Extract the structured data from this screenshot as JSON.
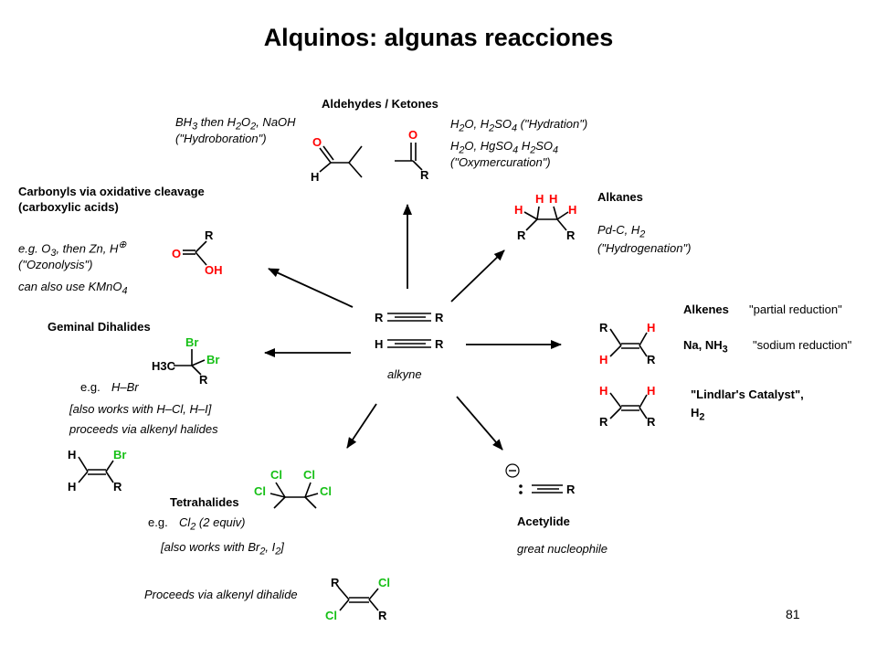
{
  "title": "Alquinos: algunas reacciones",
  "page_number": "81",
  "center": {
    "label": "alkyne",
    "formula_top": [
      "R",
      "R"
    ],
    "formula_bottom": [
      "H",
      "R"
    ]
  },
  "aldehydes": {
    "heading": "Aldehydes / Ketones",
    "left_conditions": [
      "BH3 then H2O2, NaOH",
      "(\"Hydroboration\")"
    ],
    "right_conditions": [
      "H2O, H2SO4 (\"Hydration\")",
      "H2O, HgSO4 H2SO4",
      "(\"Oxymercuration\")"
    ]
  },
  "alkanes": {
    "heading": "Alkanes",
    "conditions": [
      "Pd-C, H2",
      "(\"Hydrogenation\")"
    ]
  },
  "carbonyls": {
    "heading": [
      "Carbonyls via oxidative cleavage",
      "(carboxylic acids)"
    ],
    "conditions": [
      "e.g. O3, then Zn, H+",
      "(\"Ozonolysis\")",
      "can also use KMnO4"
    ]
  },
  "alkenes": {
    "heading": "Alkenes",
    "note1": "\"partial reduction\"",
    "reagent": "Na, NH3",
    "note2": "\"sodium reduction\"",
    "lindlar": [
      "\"Lindlar's Catalyst\",",
      "H2"
    ]
  },
  "geminal": {
    "heading": "Geminal Dihalides",
    "example_prefix": "e.g.",
    "example": "H–Br",
    "notes": [
      "[also works with H–Cl, H–I]",
      "proceeds via alkenyl halides"
    ]
  },
  "tetrahalides": {
    "heading": "Tetrahalides",
    "example_prefix": "e.g.",
    "example": "Cl2 (2 equiv)",
    "note": "[also works with Br2, I2]",
    "proceeds": "Proceeds via alkenyl dihalide"
  },
  "acetylide": {
    "heading": "Acetylide",
    "note": "great nucleophile"
  },
  "atoms": {
    "H": "H",
    "R": "R",
    "O": "O",
    "Br": "Br",
    "Cl": "Cl",
    "OH": "OH",
    "H3C": "H3C"
  },
  "colors": {
    "heteroatom_red": "#ff0000",
    "halogen_green": "#16c016"
  }
}
